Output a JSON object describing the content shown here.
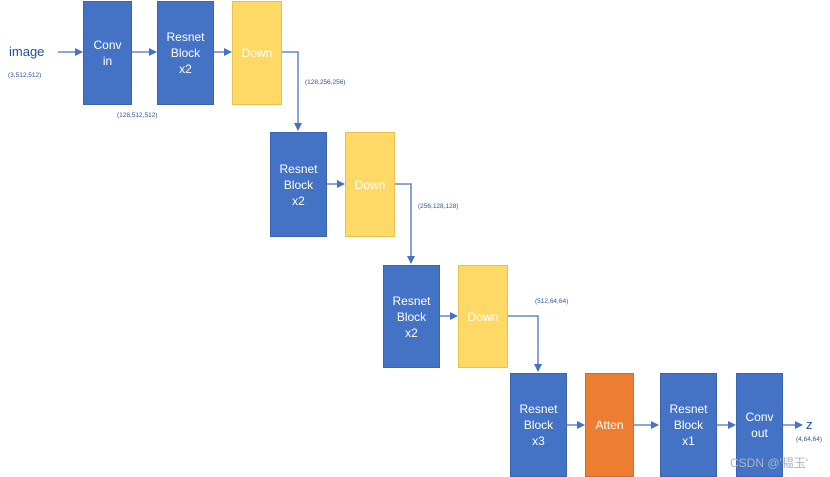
{
  "diagram": {
    "input_label": "image",
    "input_shape": "(3,512,512)",
    "output_label": "z",
    "output_shape": "(4,64,64)",
    "shapes": {
      "after_stage1": "(128,512,512)",
      "after_down1": "(128,256,256)",
      "after_down2": "(256,128,128)",
      "after_down3": "(512,64,64)"
    },
    "blocks": {
      "conv_in": "Conv\nin",
      "resnet1": "Resnet\nBlock\nx2",
      "down1": "Down",
      "resnet2": "Resnet\nBlock\nx2",
      "down2": "Down",
      "resnet3": "Resnet\nBlock\nx2",
      "down3": "Down",
      "resnet4": "Resnet\nBlock\nx3",
      "atten": "Atten",
      "resnet5": "Resnet\nBlock\nx1",
      "conv_out": "Conv\nout"
    },
    "colors": {
      "resnet_conv": "#4472c4",
      "down": "#ffd966",
      "atten": "#ed7d31",
      "arrow": "#4472c4"
    },
    "watermark": "CSDN @'韫玉'"
  }
}
